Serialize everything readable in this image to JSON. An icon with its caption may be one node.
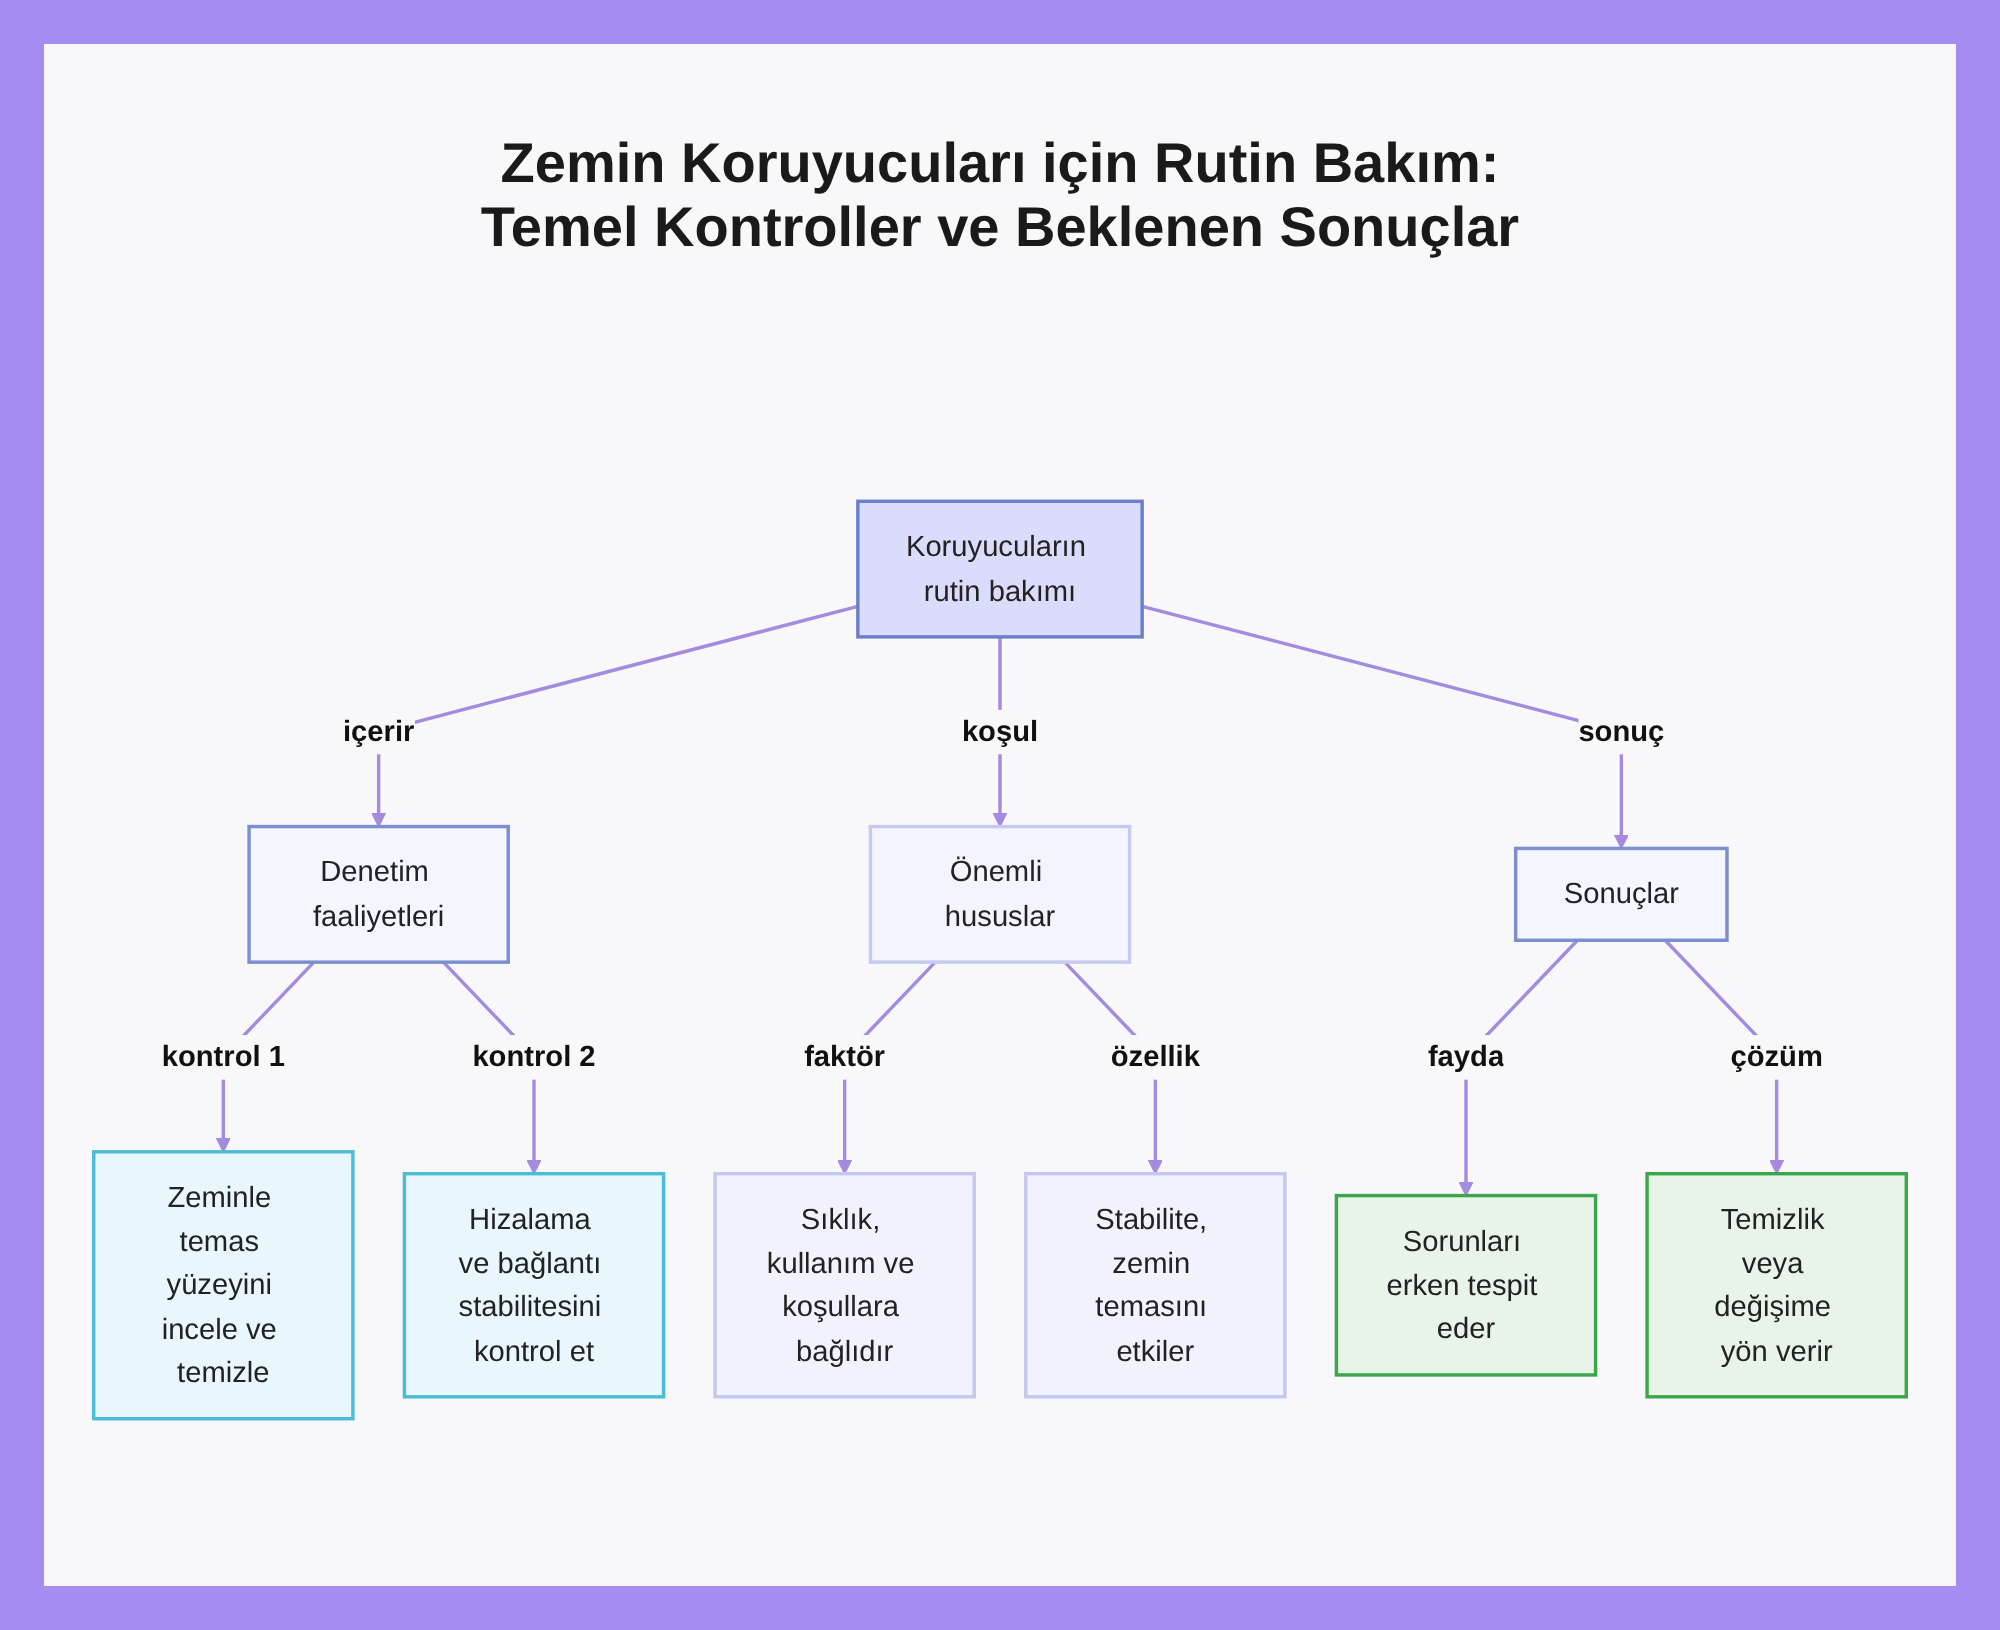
{
  "diagram": {
    "title": "Zemin Koruyucuları için Rutin Bakım: Temel Kontroller ve Beklenen Sonuçlar",
    "nodes": [
      {
        "text": [
          "Koruyucuların rutin bakımı"
        ]
      },
      {
        "text": [
          "Denetim faaliyetleri"
        ]
      },
      {
        "text": [
          "Önemli hususlar"
        ]
      },
      {
        "text": [
          "Sonuçlar"
        ]
      },
      {
        "text": [
          "Zeminle temas yüzeyini incele ve temizle"
        ]
      },
      {
        "text": [
          "Hizalama ve bağlantı stabilitesini kontrol et"
        ]
      },
      {
        "text": [
          "Sıklık, kullanım ve koşullara bağlıdır"
        ]
      },
      {
        "text": [
          "Stabilite, zemin temasını etkiler"
        ]
      },
      {
        "text": [
          "Sorunları erken tespit eder"
        ]
      },
      {
        "text": [
          "Temizlik veya değişime yön verir"
        ]
      }
    ],
    "edges": [
      {
        "from": 0,
        "to": 1,
        "arrow": "to",
        "label": "içerir"
      },
      {
        "from": 0,
        "to": 2,
        "arrow": "to",
        "label": "koşul"
      },
      {
        "from": 0,
        "to": 3,
        "arrow": "to",
        "label": "sonuç"
      },
      {
        "from": 1,
        "to": 4,
        "arrow": "to",
        "label": "kontrol 1"
      },
      {
        "from": 1,
        "to": 5,
        "arrow": "to",
        "label": "kontrol 2"
      },
      {
        "from": 2,
        "to": 6,
        "arrow": "to",
        "label": "faktör"
      },
      {
        "from": 2,
        "to": 7,
        "arrow": "to",
        "label": "özellik"
      },
      {
        "from": 3,
        "to": 8,
        "arrow": "to",
        "label": "fayda"
      },
      {
        "from": 3,
        "to": 9,
        "arrow": "to",
        "label": "çözüm"
      }
    ]
  }
}
